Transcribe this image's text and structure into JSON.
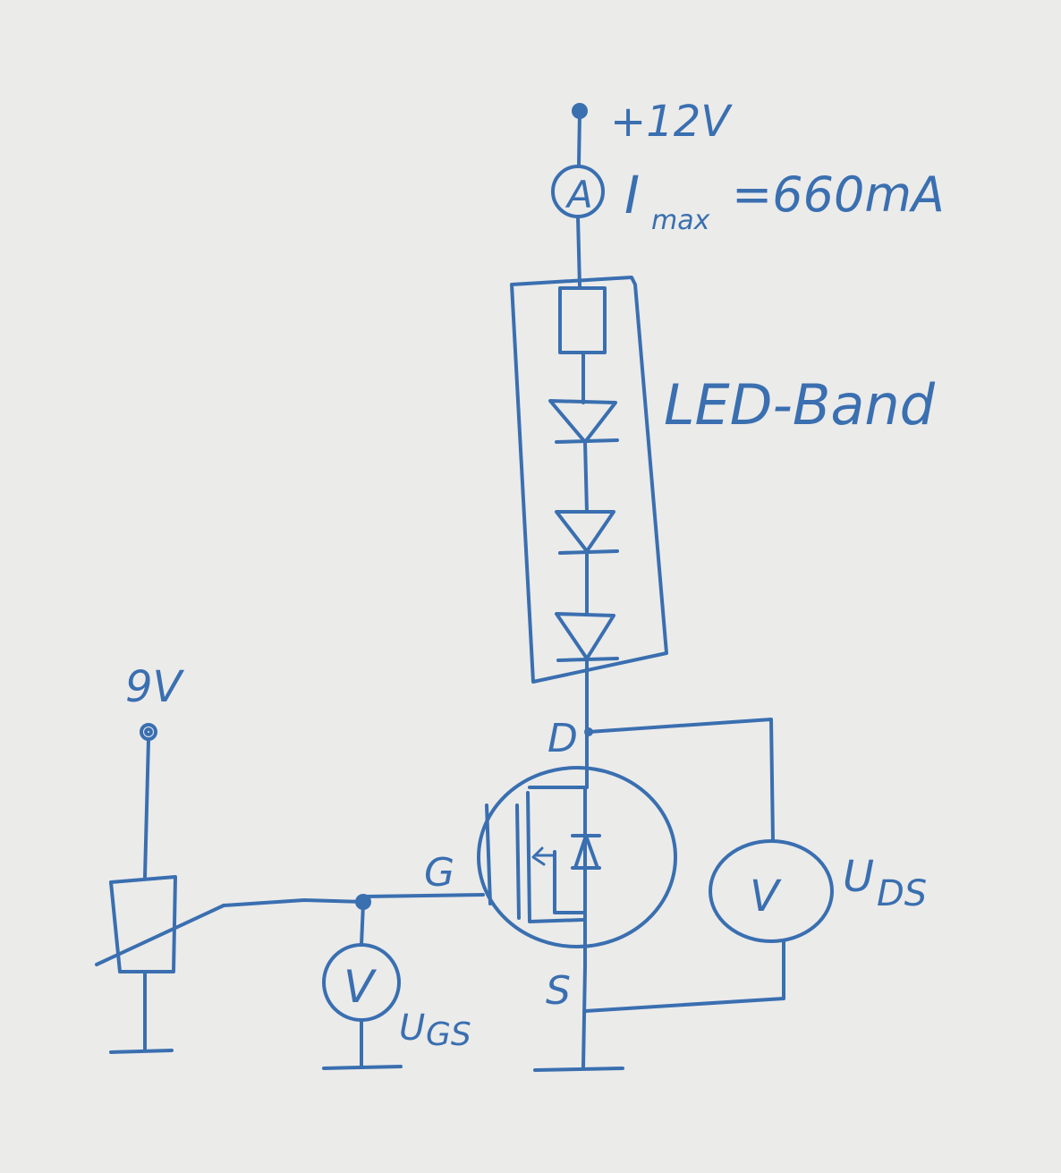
{
  "supply": {
    "label": "+12V"
  },
  "ammeter": {
    "symbol": "A",
    "label_main": "I",
    "label_sub": "max",
    "label_value": "=660mA"
  },
  "led_strip": {
    "label": "LED-Band"
  },
  "gate_source": {
    "label": "9V"
  },
  "mosfet": {
    "drain": "D",
    "gate": "G",
    "source": "S"
  },
  "voltmeter_gs": {
    "symbol": "V",
    "label_main": "U",
    "label_sub": "GS"
  },
  "voltmeter_ds": {
    "symbol": "V",
    "label_main": "U",
    "label_sub": "DS"
  },
  "colors": {
    "ink": "#3a6fb0",
    "paper": "#ebebea"
  }
}
